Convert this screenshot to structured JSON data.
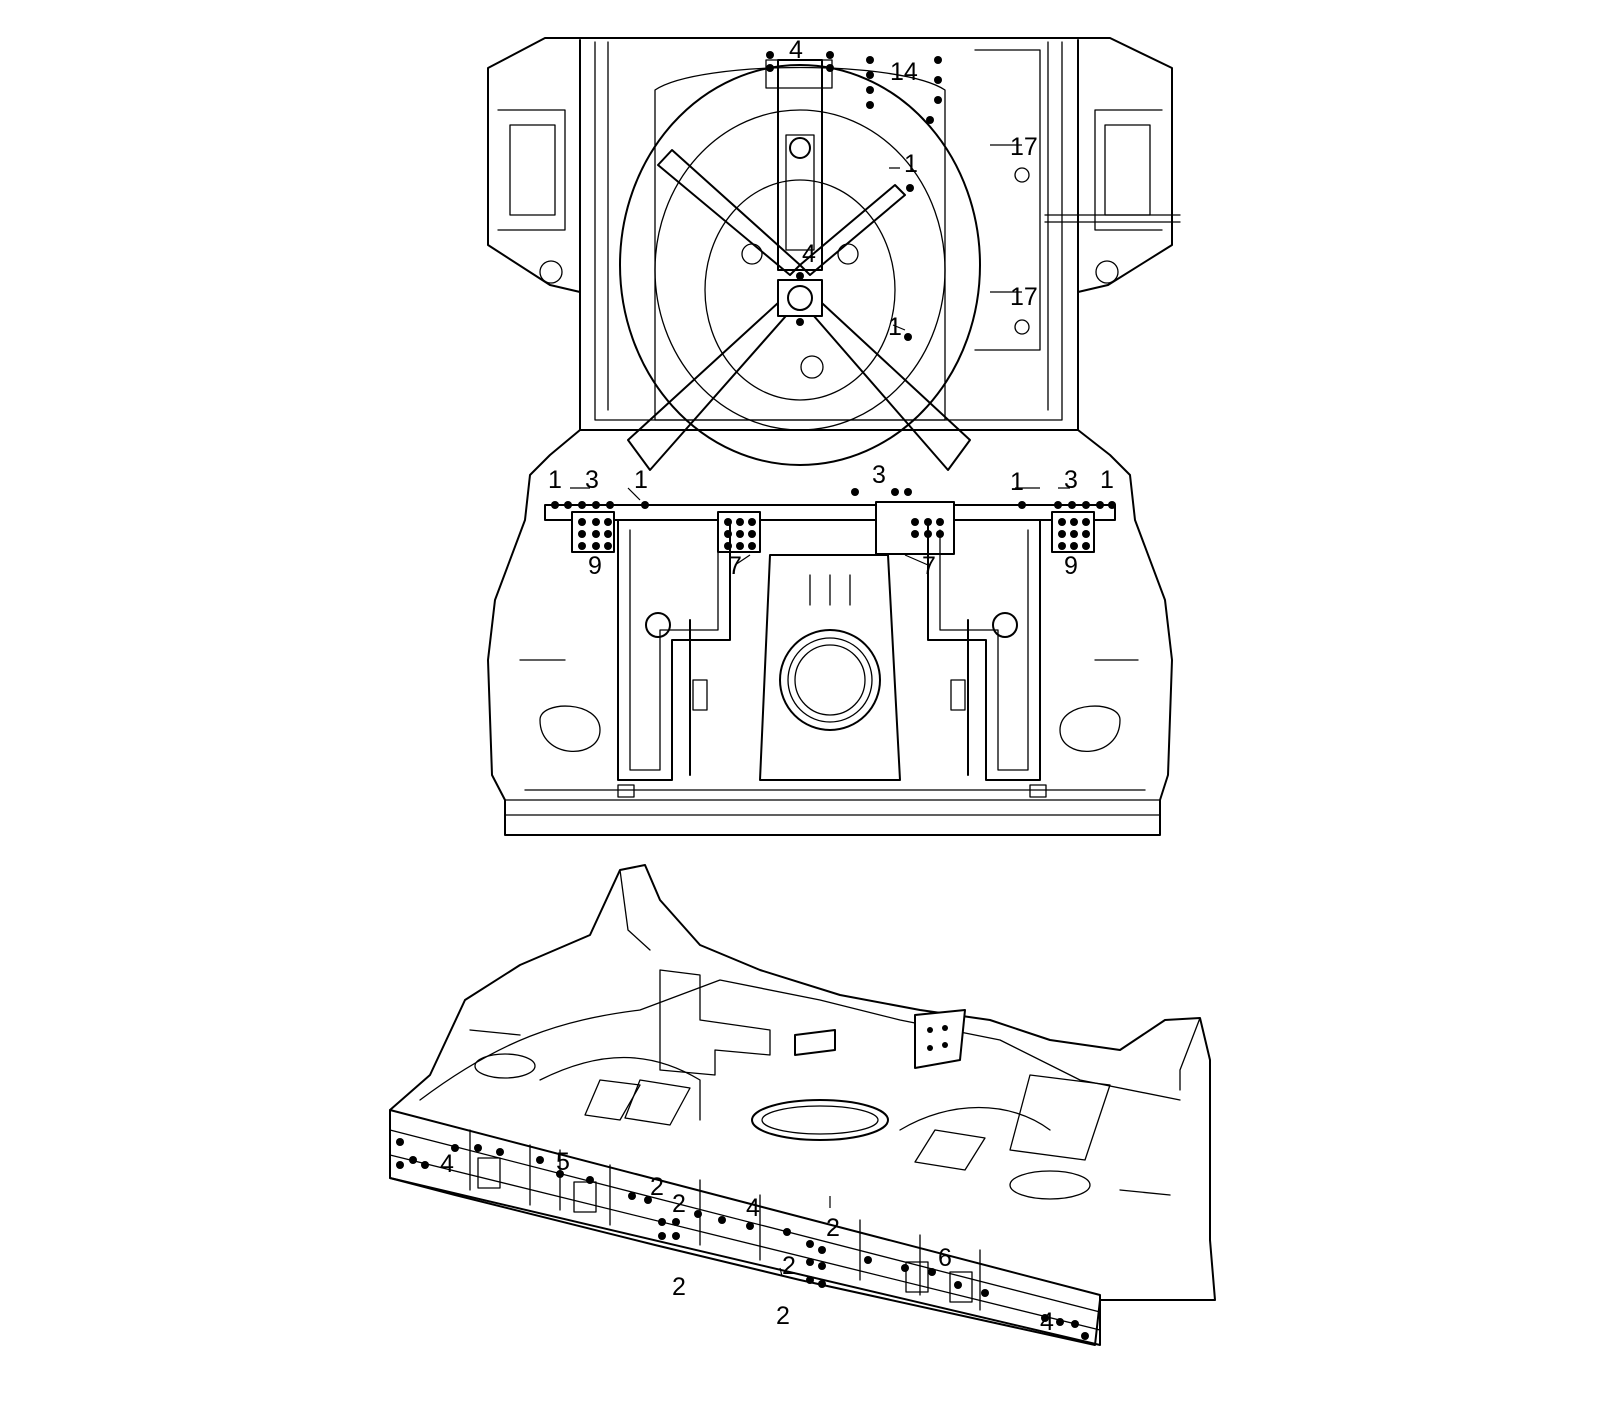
{
  "callouts": {
    "top_4_upper": "4",
    "top_14": "14",
    "top_1_center": "1",
    "top_17_upper": "17",
    "top_4_mid": "4",
    "top_17_lower": "17",
    "top_1_lower": "1",
    "top_1_left_outer": "1",
    "top_3_left": "3",
    "top_1_left_inner": "1",
    "top_3_center": "3",
    "top_1_right_inner": "1",
    "top_3_right": "3",
    "top_1_right_outer": "1",
    "top_9_left": "9",
    "top_7_left": "7",
    "top_7_right": "7",
    "top_9_right": "9",
    "bot_4_left": "4",
    "bot_5": "5",
    "bot_2_a": "2",
    "bot_2_b": "2",
    "bot_4_mid": "4",
    "bot_2_c": "2",
    "bot_6": "6",
    "bot_2_d": "2",
    "bot_2_e": "2",
    "bot_2_f": "2",
    "bot_4_right": "4"
  }
}
